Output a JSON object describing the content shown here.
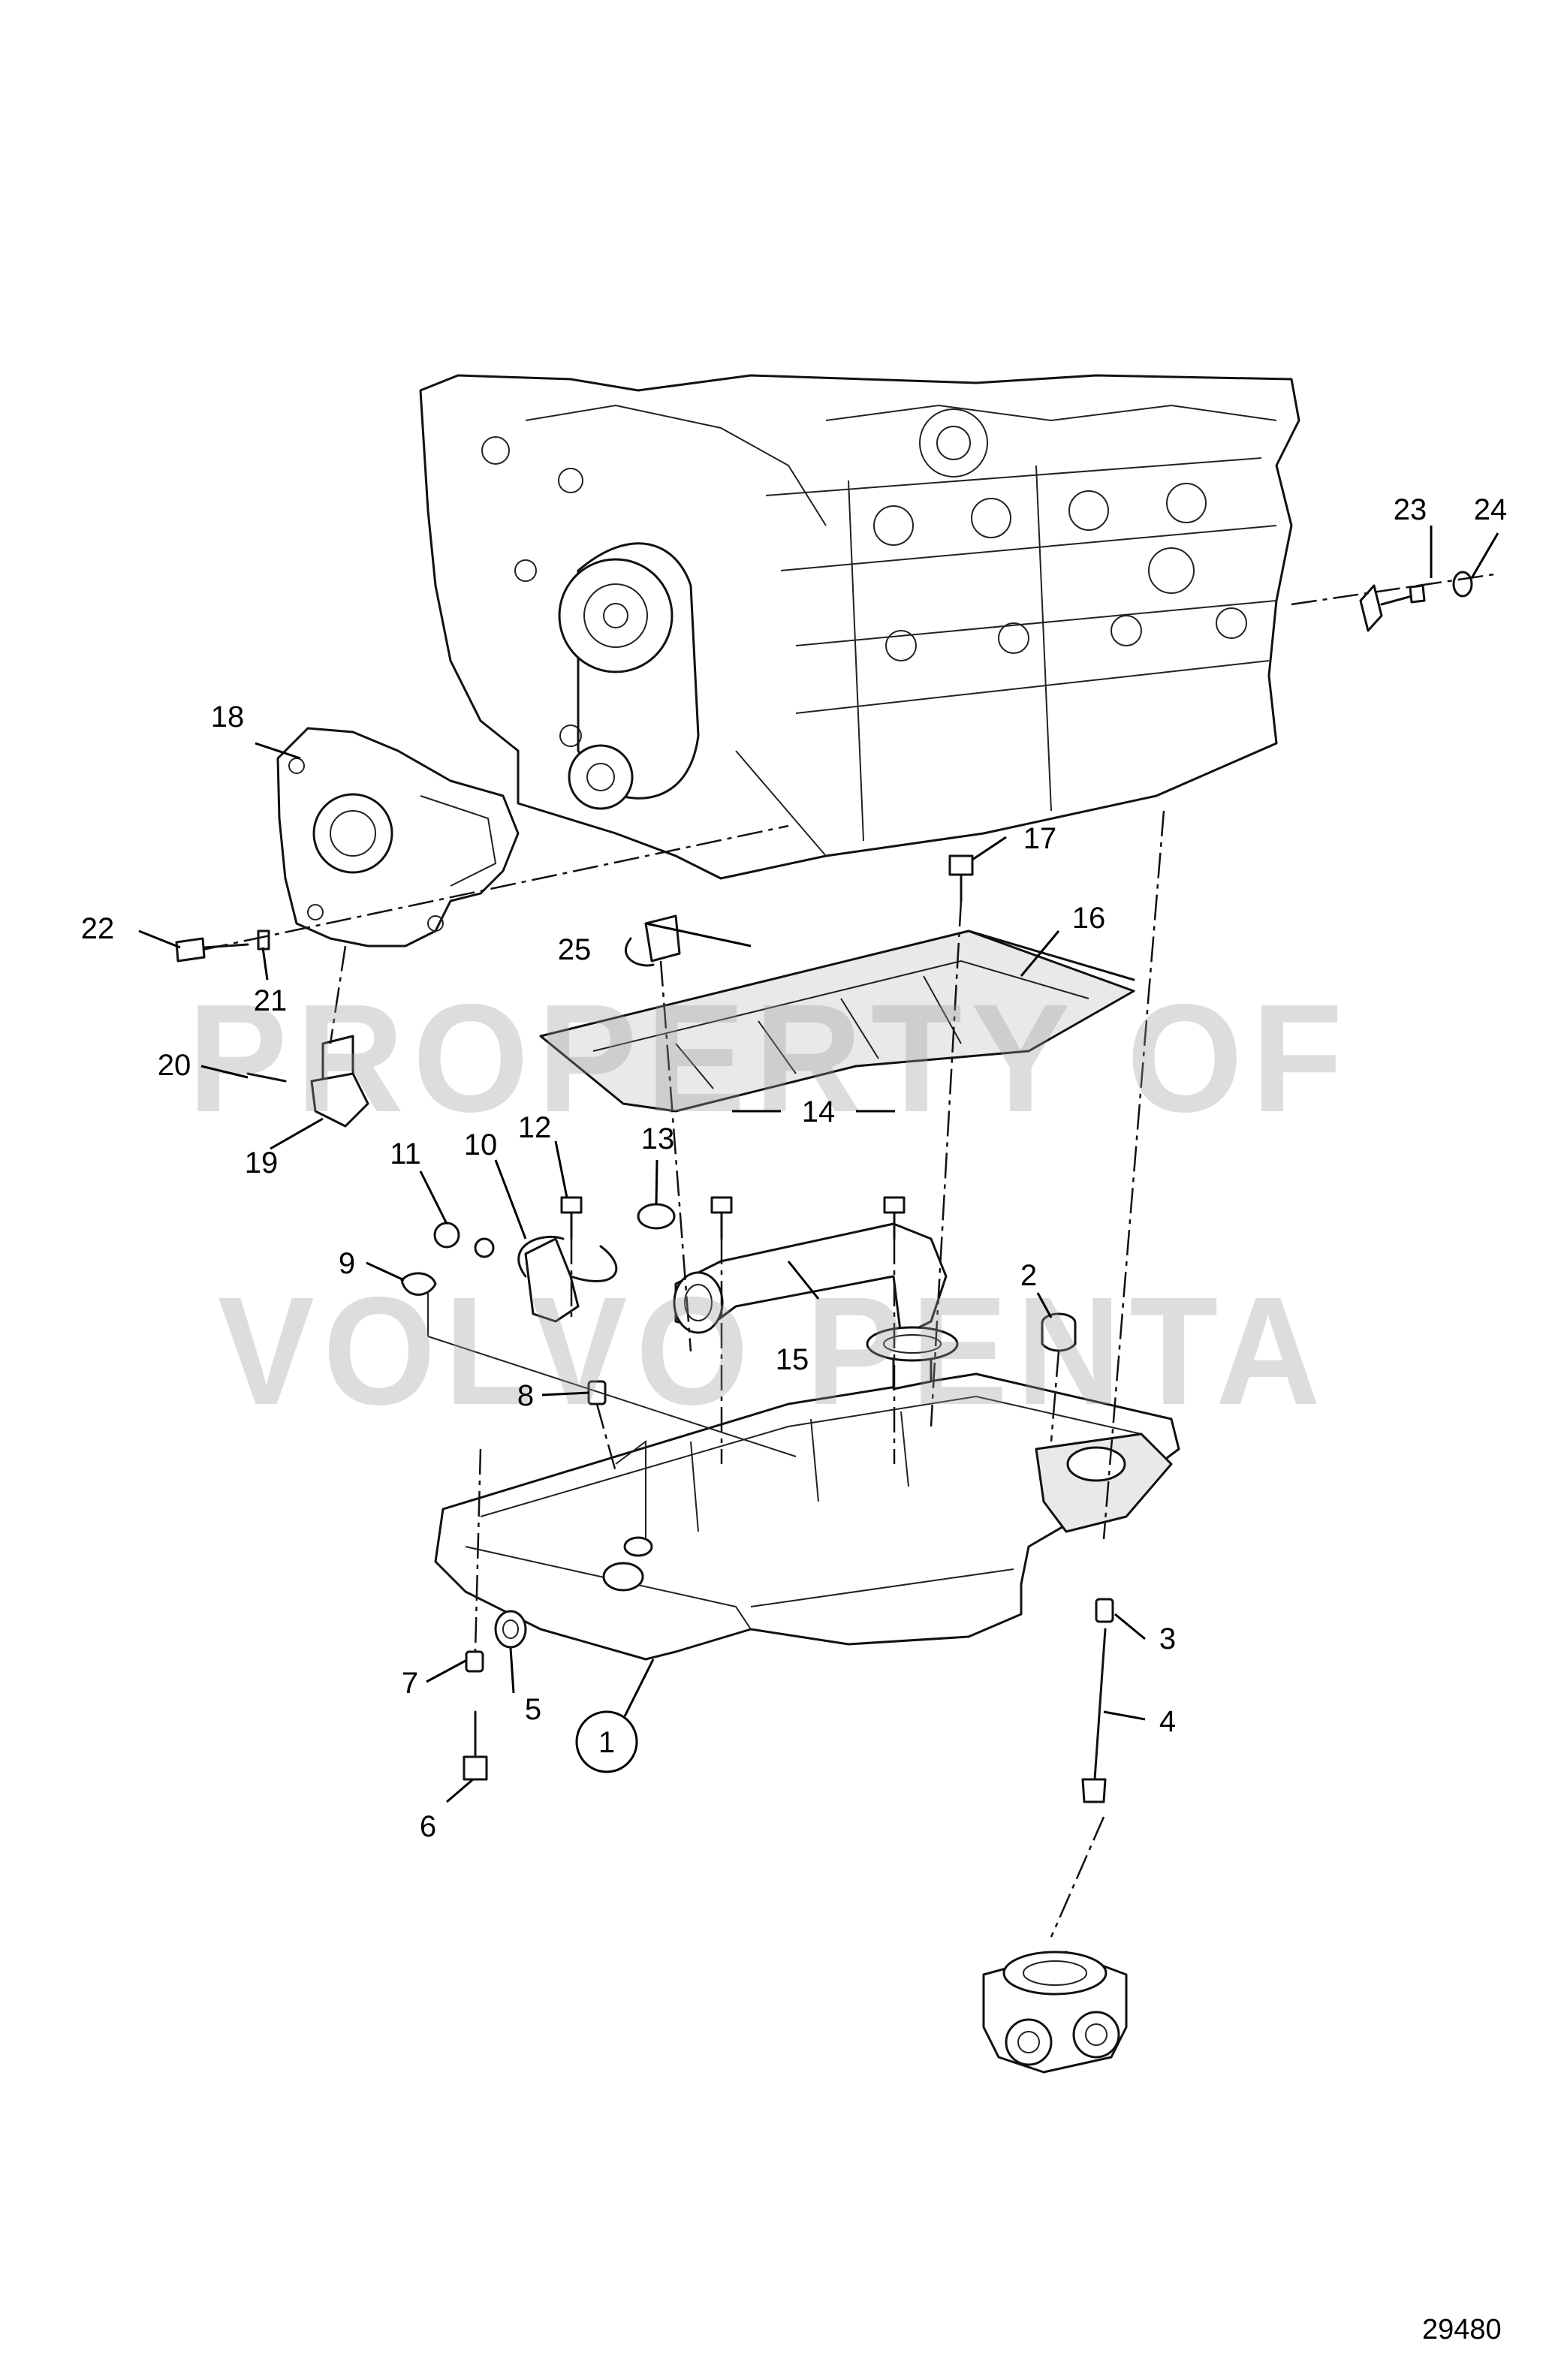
{
  "figure_number": "29480",
  "watermark": {
    "line1": "PROPERTY OF",
    "line2": "VOLVO PENTA"
  },
  "callouts": [
    {
      "id": "c1",
      "label": "1"
    },
    {
      "id": "c2",
      "label": "2"
    },
    {
      "id": "c3",
      "label": "3"
    },
    {
      "id": "c4",
      "label": "4"
    },
    {
      "id": "c5",
      "label": "5"
    },
    {
      "id": "c6",
      "label": "6"
    },
    {
      "id": "c7",
      "label": "7"
    },
    {
      "id": "c8",
      "label": "8"
    },
    {
      "id": "c9",
      "label": "9"
    },
    {
      "id": "c10",
      "label": "10"
    },
    {
      "id": "c11",
      "label": "11"
    },
    {
      "id": "c12",
      "label": "12"
    },
    {
      "id": "c13",
      "label": "13"
    },
    {
      "id": "c14",
      "label": "14"
    },
    {
      "id": "c15",
      "label": "15"
    },
    {
      "id": "c16",
      "label": "16"
    },
    {
      "id": "c17",
      "label": "17"
    },
    {
      "id": "c18",
      "label": "18"
    },
    {
      "id": "c19",
      "label": "19"
    },
    {
      "id": "c20",
      "label": "20"
    },
    {
      "id": "c21",
      "label": "21"
    },
    {
      "id": "c22",
      "label": "22"
    },
    {
      "id": "c23",
      "label": "23"
    },
    {
      "id": "c24",
      "label": "24"
    },
    {
      "id": "c25",
      "label": "25"
    }
  ]
}
